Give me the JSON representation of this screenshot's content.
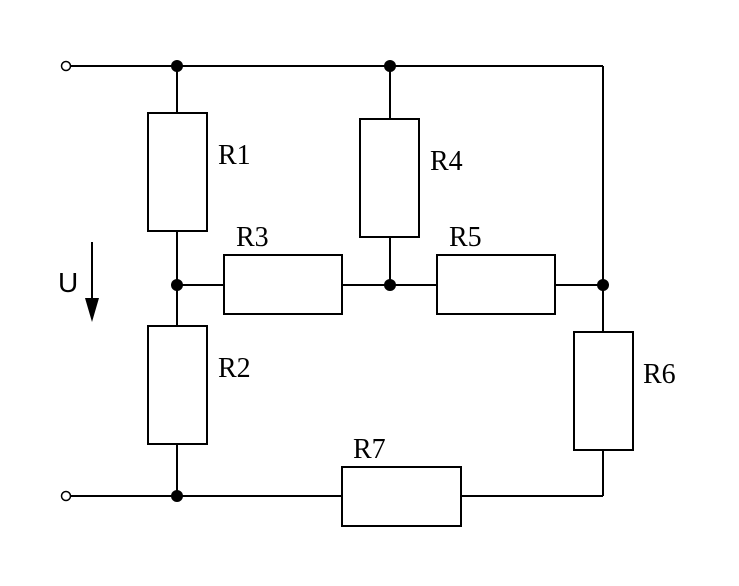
{
  "diagram": {
    "resistors": {
      "r1": "R1",
      "r2": "R2",
      "r3": "R3",
      "r4": "R4",
      "r5": "R5",
      "r6": "R6",
      "r7": "R7"
    },
    "voltage_label": "U"
  }
}
